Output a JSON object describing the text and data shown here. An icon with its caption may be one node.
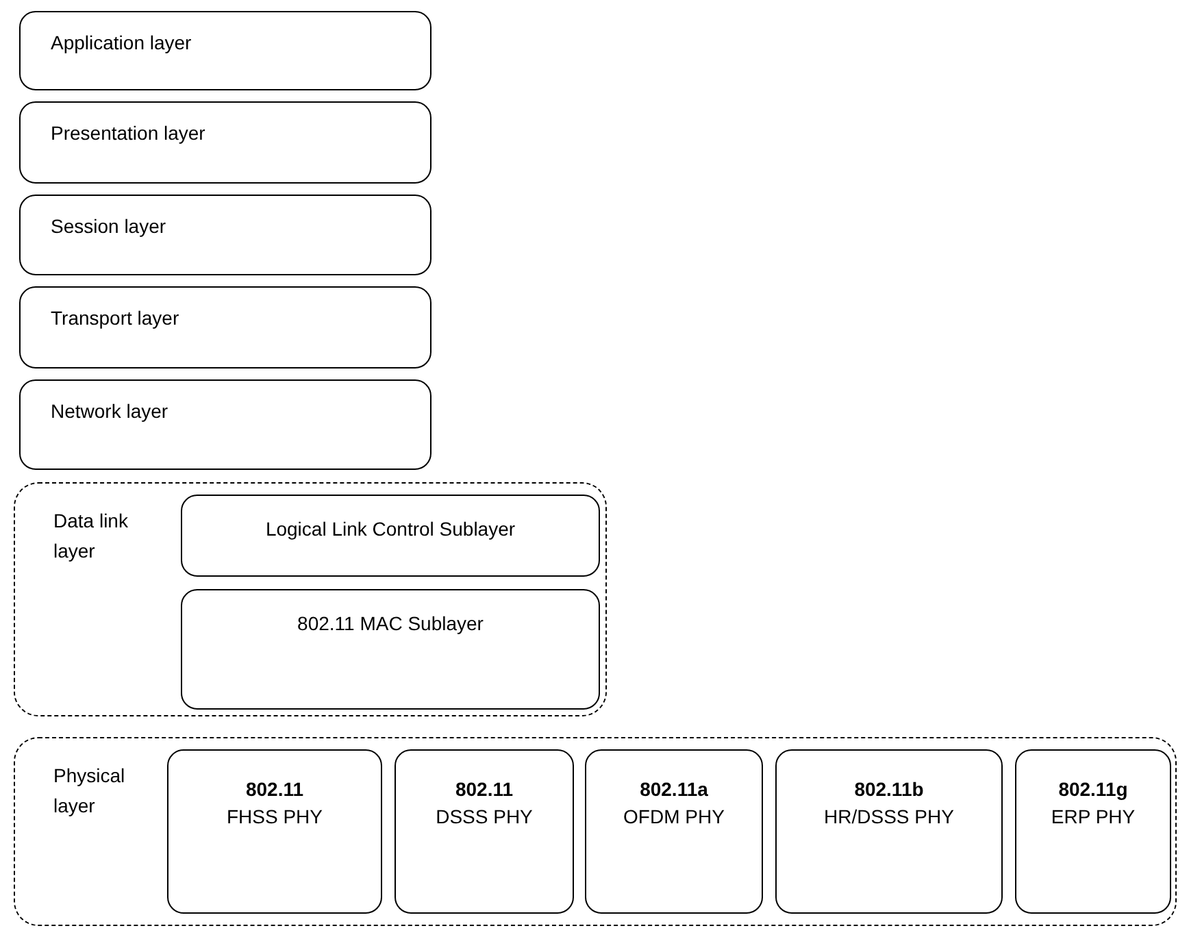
{
  "diagram": {
    "nodes": [
      {
        "text": [
          "Application layer"
        ]
      },
      {
        "text": [
          "Presentation layer"
        ]
      },
      {
        "text": [
          "Session layer"
        ]
      },
      {
        "text": [
          "Transport layer"
        ]
      },
      {
        "text": [
          "Network layer"
        ]
      },
      {
        "text": [
          "Data link layer"
        ]
      },
      {
        "text": [
          "Logical Link Control Sublayer"
        ],
        "in": 5
      },
      {
        "text": [
          "802.11 MAC Sublayer"
        ],
        "in": 5
      },
      {
        "text": [
          "Physical layer"
        ]
      },
      {
        "text": [
          "802.11",
          "FHSS PHY"
        ],
        "in": 8
      },
      {
        "text": [
          "802.11",
          "DSSS PHY"
        ],
        "in": 8
      },
      {
        "text": [
          "802.11a",
          "OFDM PHY"
        ],
        "in": 8
      },
      {
        "text": [
          "802.11b",
          "HR/DSSS PHY"
        ],
        "in": 8
      },
      {
        "text": [
          "802.11g",
          "ERP PHY"
        ],
        "in": 8
      }
    ]
  }
}
